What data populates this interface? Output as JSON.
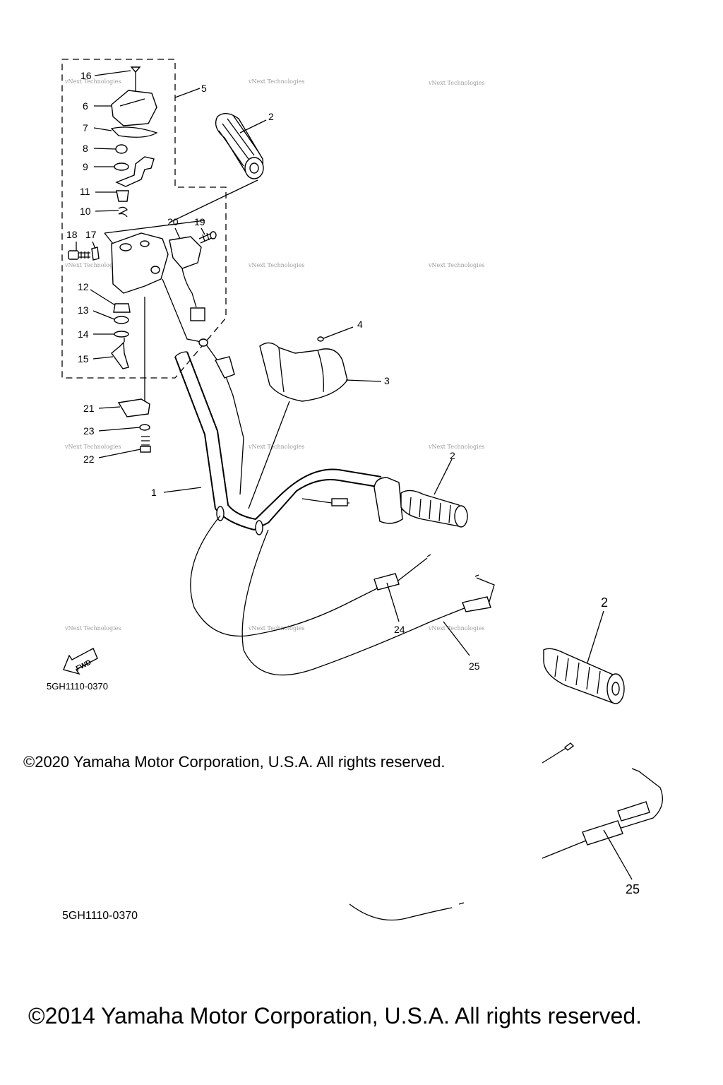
{
  "callouts": {
    "p1": "1",
    "p2": "2",
    "p3": "3",
    "p4": "4",
    "p5": "5",
    "p6": "6",
    "p7": "7",
    "p8": "8",
    "p9": "9",
    "p10": "10",
    "p11": "11",
    "p12": "12",
    "p13": "13",
    "p14": "14",
    "p15": "15",
    "p16": "16",
    "p17": "17",
    "p18": "18",
    "p19": "19",
    "p20": "20",
    "p21": "21",
    "p22": "22",
    "p23": "23",
    "p24": "24",
    "p25": "25",
    "inset_p2": "2",
    "inset_p25": "25"
  },
  "fwd_label": "FWD",
  "watermark": "vNext Technologies",
  "diagram_code": "5GH1110-0370",
  "diagram_code_inset": "5GH1110-0370",
  "copyright_2020": "©2020 Yamaha Motor Corporation, U.S.A. All rights reserved.",
  "copyright_2014": "©2014 Yamaha Motor Corporation, U.S.A. All rights reserved."
}
